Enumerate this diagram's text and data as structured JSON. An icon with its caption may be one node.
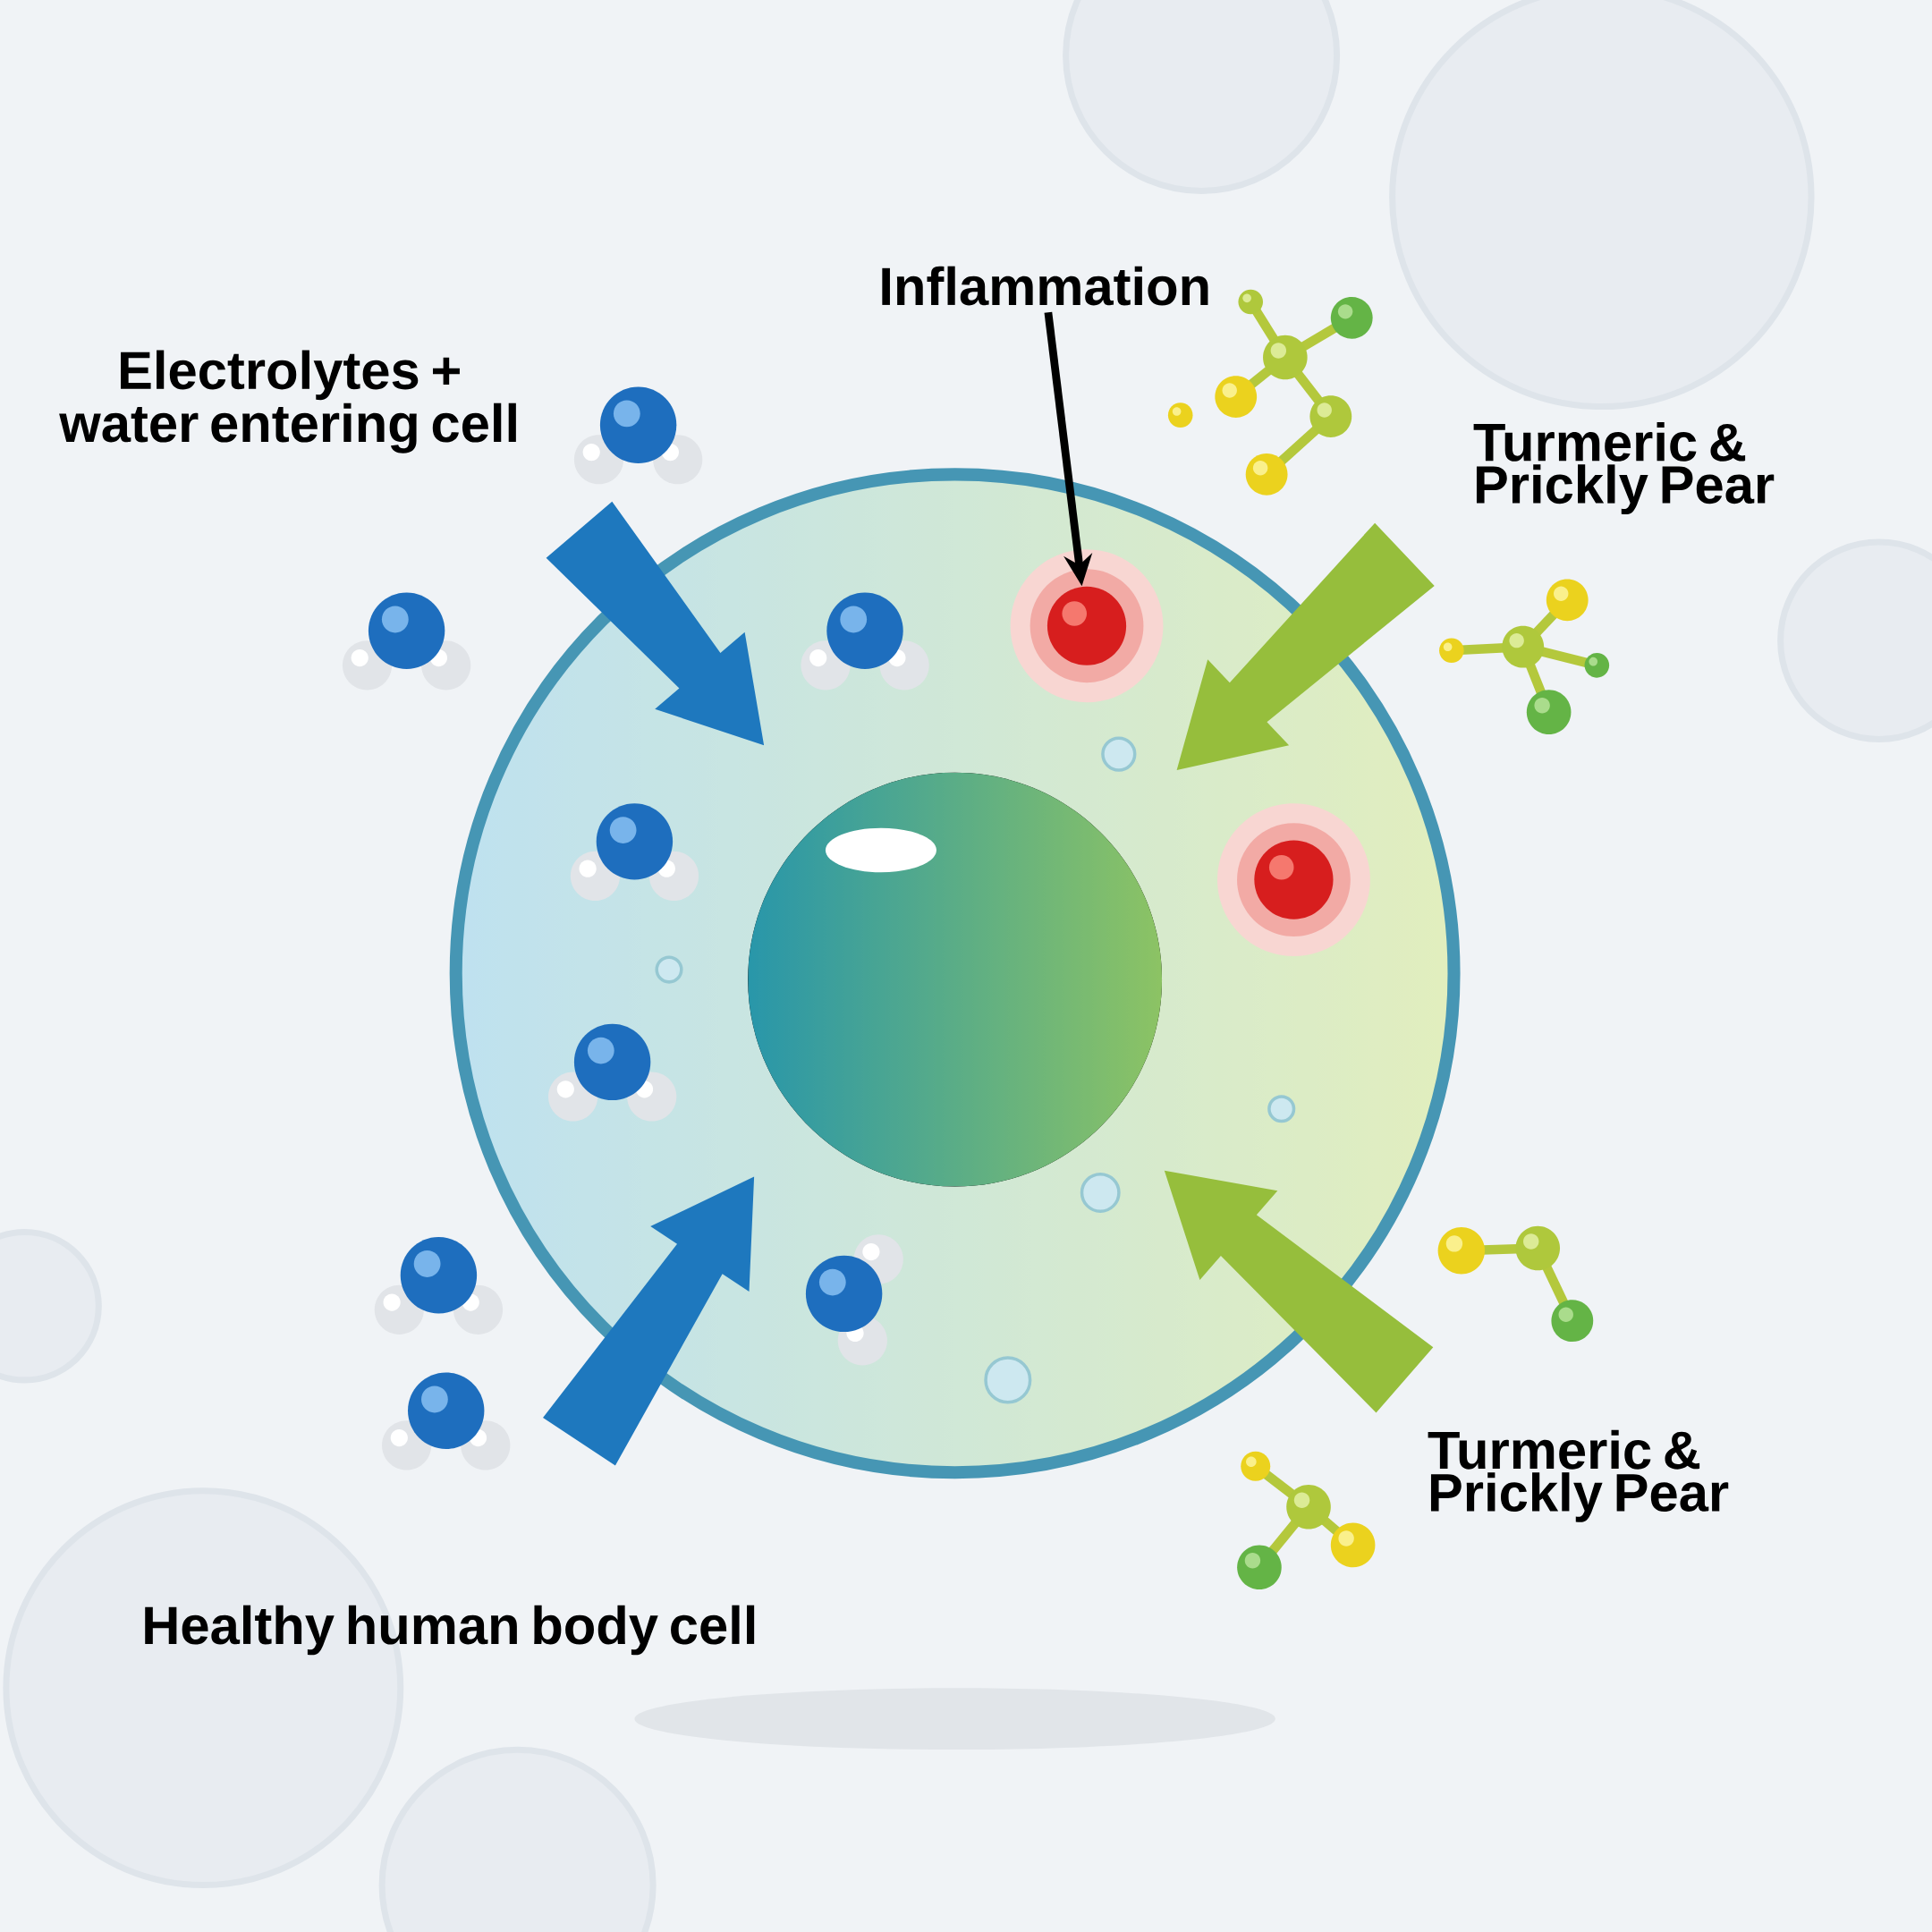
{
  "diagram": {
    "nodes": [
      {
        "text": [
          "Inflammation"
        ]
      },
      {
        "text": [],
        "shape": "circle"
      },
      {
        "text": [],
        "shape": "circle"
      }
    ],
    "edges": [
      {
        "from": 0,
        "to": 1,
        "arrow": "to"
      }
    ],
    "labels": [
      "Electrolytes + water entering cell",
      "Turmeric & Prickly Pear",
      "Turmeric & Prickly Pear",
      "Healthy human body cell"
    ]
  }
}
